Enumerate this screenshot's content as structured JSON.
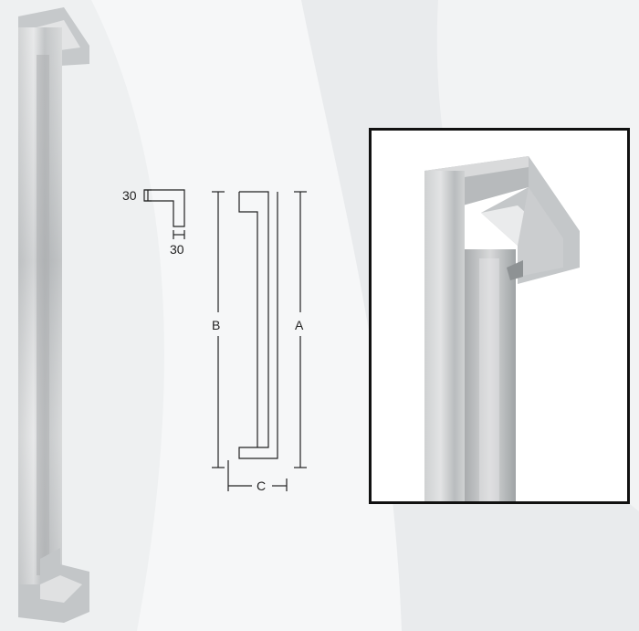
{
  "diagram": {
    "profile_width": "30",
    "profile_height": "30",
    "dim_a": "A",
    "dim_b": "B",
    "dim_c": "C"
  },
  "colors": {
    "steel_light": "#d9dbdc",
    "steel_mid": "#b4b7b9",
    "steel_dark": "#8c9093",
    "line": "#222222"
  }
}
